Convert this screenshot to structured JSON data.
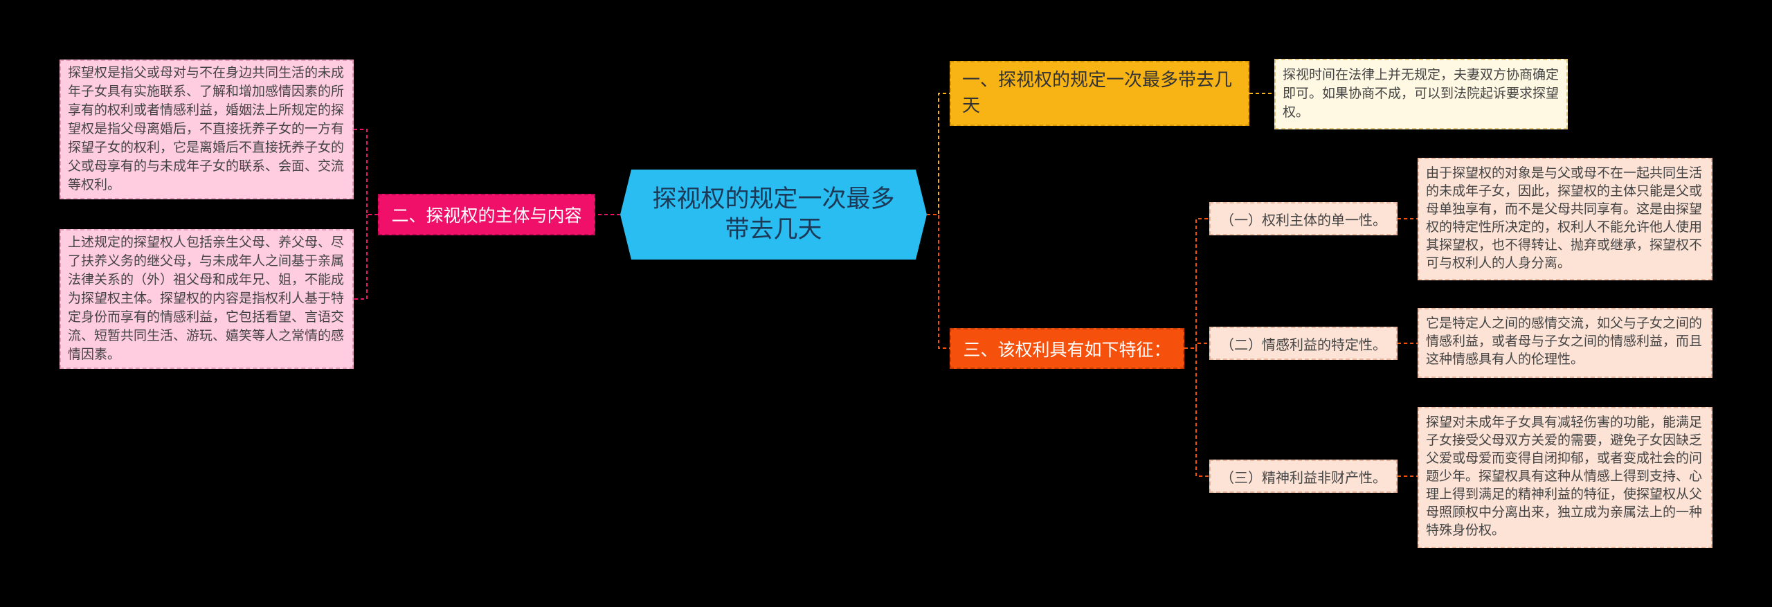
{
  "center": {
    "label": "探视权的规定一次最多带去几天"
  },
  "branches": {
    "b1": {
      "label": "一、探视权的规定一次最多带去几天",
      "note": "探视时间在法律上并无规定，夫妻双方协商确定即可。如果协商不成，可以到法院起诉要求探望权。"
    },
    "b2": {
      "label": "二、探视权的主体与内容",
      "notes": [
        "探望权是指父或母对与不在身边共同生活的未成年子女具有实施联系、了解和增加感情因素的所享有的权利或者情感利益，婚姻法上所规定的探望权是指父母离婚后，不直接抚养子女的一方有探望子女的权利，它是离婚后不直接抚养子女的父或母享有的与未成年子女的联系、会面、交流等权利。",
        "上述规定的探望权人包括亲生父母、养父母、尽了扶养义务的继父母，与未成年人之间基于亲属法律关系的（外）祖父母和成年兄、姐，不能成为探望权主体。探望权的内容是指权利人基于特定身份而享有的情感利益，它包括看望、言语交流、短暂共同生活、游玩、嬉笑等人之常情的感情因素。"
      ]
    },
    "b3": {
      "label": "三、该权利具有如下特征：",
      "subs": [
        {
          "label": "（一）权利主体的单一性。",
          "note": "由于探望权的对象是与父或母不在一起共同生活的未成年子女，因此，探望权的主体只能是父或母单独享有，而不是父母共同享有。这是由探望权的特定性所决定的，权利人不能允许他人使用其探望权，也不得转让、抛弃或继承，探望权不可与权利人的人身分离。"
        },
        {
          "label": "（二）情感利益的特定性。",
          "note": "它是特定人之间的感情交流，如父与子女之间的情感利益，或者母与子女之间的情感利益，而且这种情感具有人的伦理性。"
        },
        {
          "label": "（三）精神利益非财产性。",
          "note": "探望对未成年子女具有减轻伤害的功能，能满足子女接受父母双方关爱的需要，避免子女因缺乏父爱或母爱而变得自闭抑郁，或者变成社会的问题少年。探望权具有这种从情感上得到支持、心理上得到满足的精神利益的特征，使探望权从父母照顾权中分离出来，独立成为亲属法上的一种特殊身份权。"
        }
      ]
    }
  },
  "colors": {
    "background": "#000000",
    "center": "#29bdf1",
    "branch1": "#f8b414",
    "branch2": "#f0106a",
    "branch3": "#f5510d",
    "note_yellow": "#fff8e2",
    "note_pink": "#ffcce0",
    "note_peach": "#fde3d6"
  }
}
